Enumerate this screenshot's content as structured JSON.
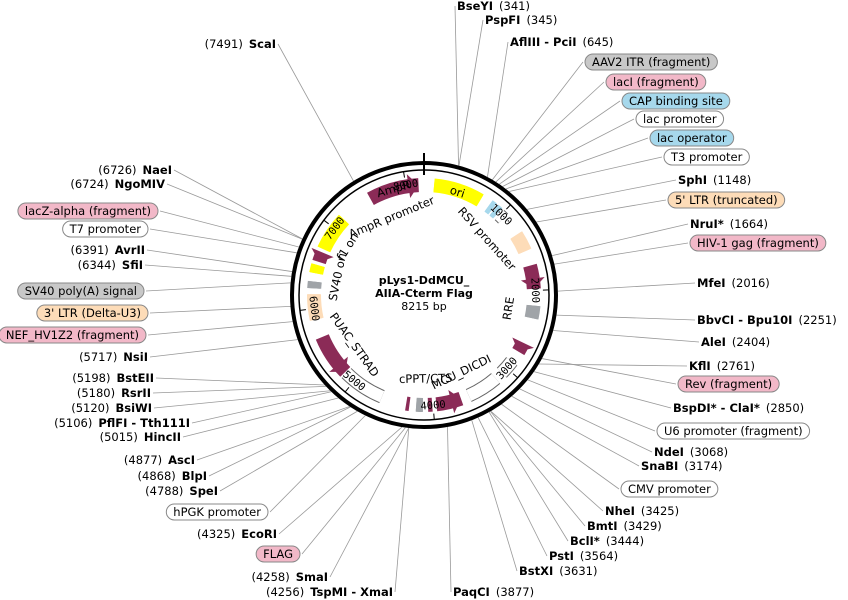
{
  "plasmid": {
    "name_line1": "pLys1-DdMCU_",
    "name_line2": "AIIA-Cterm Flag",
    "size_label": "8215 bp"
  },
  "ticks": [
    {
      "label": "1000"
    },
    {
      "label": "2000"
    },
    {
      "label": "3000"
    },
    {
      "label": "4000"
    },
    {
      "label": "5000"
    },
    {
      "label": "6000"
    },
    {
      "label": "7000"
    },
    {
      "label": "8000"
    }
  ],
  "features": [
    {
      "name": "ori"
    },
    {
      "name": "RSV promoter"
    },
    {
      "name": "RRE"
    },
    {
      "name": "MCU_DICDI"
    },
    {
      "name": "cPPT/CTS"
    },
    {
      "name": "PUAC_STRAD"
    },
    {
      "name": "SV40 ori"
    },
    {
      "name": "f1 ori"
    },
    {
      "name": "AmpR promoter"
    },
    {
      "name": "AmpR"
    }
  ],
  "labels": [
    {
      "id": "bseyi",
      "name": "BseYI",
      "pos": "(341)"
    },
    {
      "id": "pspfi",
      "name": "PspFI",
      "pos": "(345)"
    },
    {
      "id": "afliii",
      "name": "AflIII - PciI",
      "pos": "(645)"
    },
    {
      "id": "aav2",
      "pill": "AAV2 ITR (fragment)",
      "color": "#c8c8c8"
    },
    {
      "id": "laci",
      "pill": "lacI (fragment)",
      "color": "#f2b8c8"
    },
    {
      "id": "cap",
      "pill": "CAP binding site",
      "color": "#a6d8ec"
    },
    {
      "id": "lacprom",
      "pill": "lac promoter",
      "color": "#ffffff"
    },
    {
      "id": "lacop",
      "pill": "lac operator",
      "color": "#a6d8ec"
    },
    {
      "id": "t3",
      "pill": "T3 promoter",
      "color": "#ffffff"
    },
    {
      "id": "sphi",
      "name": "SphI",
      "pos": "(1148)"
    },
    {
      "id": "ltr5",
      "pill": "5' LTR (truncated)",
      "color": "#fddcb8"
    },
    {
      "id": "nrui",
      "name": "NruI*",
      "pos": "(1664)"
    },
    {
      "id": "hiv1",
      "pill": "HIV-1 gag (fragment)",
      "color": "#f2b8c8"
    },
    {
      "id": "mfei",
      "name": "MfeI",
      "pos": "(2016)"
    },
    {
      "id": "bbvci",
      "name": "BbvCI - Bpu10I",
      "pos": "(2251)"
    },
    {
      "id": "alei",
      "name": "AleI",
      "pos": "(2404)"
    },
    {
      "id": "kfli",
      "name": "KflI",
      "pos": "(2761)"
    },
    {
      "id": "rev",
      "pill": "Rev (fragment)",
      "color": "#f2b8c8"
    },
    {
      "id": "bspdi",
      "name": "BspDI* - ClaI*",
      "pos": "(2850)"
    },
    {
      "id": "u6",
      "pill": "U6 promoter (fragment)",
      "color": "#ffffff"
    },
    {
      "id": "ndei",
      "name": "NdeI",
      "pos": "(3068)"
    },
    {
      "id": "snabi",
      "name": "SnaBI",
      "pos": "(3174)"
    },
    {
      "id": "cmv",
      "pill": "CMV promoter",
      "color": "#ffffff"
    },
    {
      "id": "nhei",
      "name": "NheI",
      "pos": "(3425)"
    },
    {
      "id": "bmti",
      "name": "BmtI",
      "pos": "(3429)"
    },
    {
      "id": "bcli",
      "name": "BclI*",
      "pos": "(3444)"
    },
    {
      "id": "psti",
      "name": "PstI",
      "pos": "(3564)"
    },
    {
      "id": "bstxi",
      "name": "BstXI",
      "pos": "(3631)"
    },
    {
      "id": "paqci",
      "name": "PaqCI",
      "pos": "(3877)"
    },
    {
      "id": "scai",
      "name": "ScaI",
      "pos": "(7491)"
    },
    {
      "id": "naei",
      "name": "NaeI",
      "pos": "(6726)"
    },
    {
      "id": "ngomiv",
      "name": "NgoMIV",
      "pos": "(6724)"
    },
    {
      "id": "lacz",
      "pill": "lacZ-alpha (fragment)",
      "color": "#f2b8c8"
    },
    {
      "id": "t7",
      "pill": "T7 promoter",
      "color": "#ffffff"
    },
    {
      "id": "avrii",
      "name": "AvrII",
      "pos": "(6391)"
    },
    {
      "id": "sfii",
      "name": "SfiI",
      "pos": "(6344)"
    },
    {
      "id": "sv40pa",
      "pill": "SV40 poly(A) signal",
      "color": "#c8c8c8"
    },
    {
      "id": "ltr3",
      "pill": "3' LTR (Delta-U3)",
      "color": "#fddcb8"
    },
    {
      "id": "nef",
      "pill": "NEF_HV1Z2 (fragment)",
      "color": "#f2b8c8"
    },
    {
      "id": "nsii",
      "name": "NsiI",
      "pos": "(5717)"
    },
    {
      "id": "bsteii",
      "name": "BstEII",
      "pos": "(5198)"
    },
    {
      "id": "rsrii",
      "name": "RsrII",
      "pos": "(5180)"
    },
    {
      "id": "bsiwi",
      "name": "BsiWI",
      "pos": "(5120)"
    },
    {
      "id": "pflfi",
      "name": "PflFI - Tth111I",
      "pos": "(5106)"
    },
    {
      "id": "hincii",
      "name": "HincII",
      "pos": "(5015)"
    },
    {
      "id": "asci",
      "name": "AscI",
      "pos": "(4877)"
    },
    {
      "id": "blpi",
      "name": "BlpI",
      "pos": "(4868)"
    },
    {
      "id": "spei",
      "name": "SpeI",
      "pos": "(4788)"
    },
    {
      "id": "hpgk",
      "pill": "hPGK promoter",
      "color": "#ffffff"
    },
    {
      "id": "ecori",
      "name": "EcoRI",
      "pos": "(4325)"
    },
    {
      "id": "flag",
      "pill": "FLAG",
      "color": "#f2b8c8"
    },
    {
      "id": "smai",
      "name": "SmaI",
      "pos": "(4258)"
    },
    {
      "id": "tspmi",
      "name": "TspMI - XmaI",
      "pos": "(4256)"
    }
  ]
}
